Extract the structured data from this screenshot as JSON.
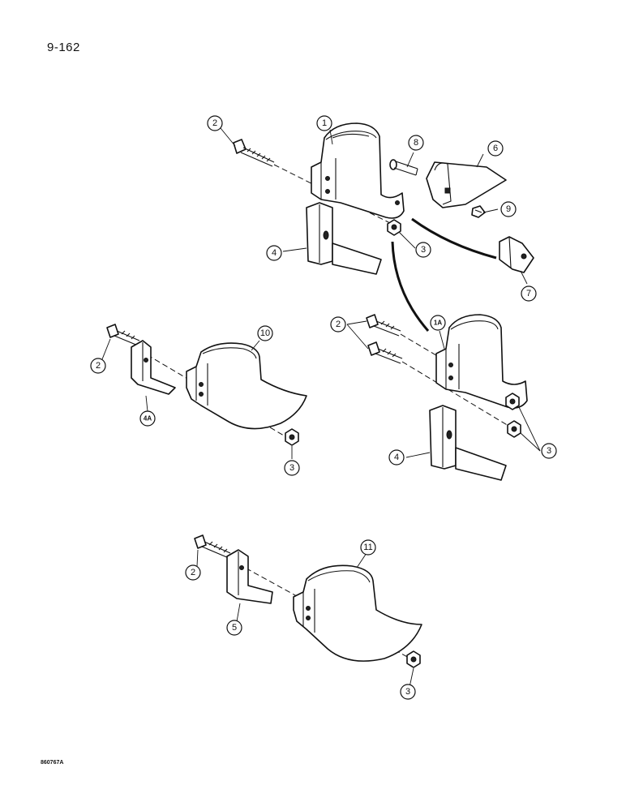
{
  "page": {
    "number": "9-162",
    "reference": "860767A"
  },
  "callouts": [
    {
      "id": "c1",
      "label": "1"
    },
    {
      "id": "c2a",
      "label": "2"
    },
    {
      "id": "c8",
      "label": "8"
    },
    {
      "id": "c6",
      "label": "6"
    },
    {
      "id": "c9",
      "label": "9"
    },
    {
      "id": "c4a",
      "label": "4"
    },
    {
      "id": "c3a",
      "label": "3"
    },
    {
      "id": "c7",
      "label": "7"
    },
    {
      "id": "c2b",
      "label": "2"
    },
    {
      "id": "c10",
      "label": "10"
    },
    {
      "id": "c4A",
      "label": "4A"
    },
    {
      "id": "c3b",
      "label": "3"
    },
    {
      "id": "c2c",
      "label": "2"
    },
    {
      "id": "c1A",
      "label": "1A"
    },
    {
      "id": "c3c",
      "label": "3"
    },
    {
      "id": "c4b",
      "label": "4"
    },
    {
      "id": "c2d",
      "label": "2"
    },
    {
      "id": "c5",
      "label": "5"
    },
    {
      "id": "c11",
      "label": "11"
    },
    {
      "id": "c3d",
      "label": "3"
    }
  ]
}
